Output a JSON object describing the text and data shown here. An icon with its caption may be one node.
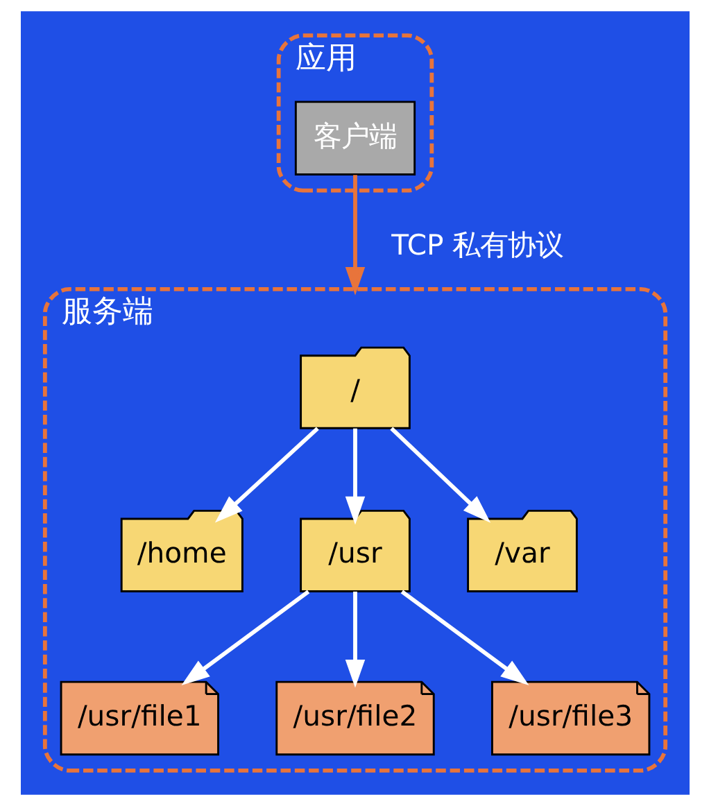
{
  "diagram": {
    "nodes": [
      {
        "text": [
          "应用"
        ]
      },
      {
        "text": [
          "客户端"
        ],
        "in": 0
      },
      {
        "text": [
          "服务端"
        ]
      },
      {
        "text": [
          "/"
        ],
        "in": 2
      },
      {
        "text": [
          "/home"
        ],
        "in": 2
      },
      {
        "text": [
          "/usr"
        ],
        "in": 2
      },
      {
        "text": [
          "/var"
        ],
        "in": 2
      },
      {
        "text": [
          "/usr/file1"
        ],
        "in": 2
      },
      {
        "text": [
          "/usr/file2"
        ],
        "in": 2
      },
      {
        "text": [
          "/usr/file3"
        ],
        "in": 2
      }
    ],
    "edges": [
      {
        "from": 1,
        "to": 2,
        "arrow": "to",
        "label": "TCP 私有协议",
        "color": "#e8743b"
      },
      {
        "from": 3,
        "to": 4,
        "arrow": "to"
      },
      {
        "from": 3,
        "to": 5,
        "arrow": "to"
      },
      {
        "from": 3,
        "to": 6,
        "arrow": "to"
      },
      {
        "from": 5,
        "to": 7,
        "arrow": "to"
      },
      {
        "from": 5,
        "to": 8,
        "arrow": "to"
      },
      {
        "from": 5,
        "to": 9,
        "arrow": "to"
      }
    ]
  }
}
